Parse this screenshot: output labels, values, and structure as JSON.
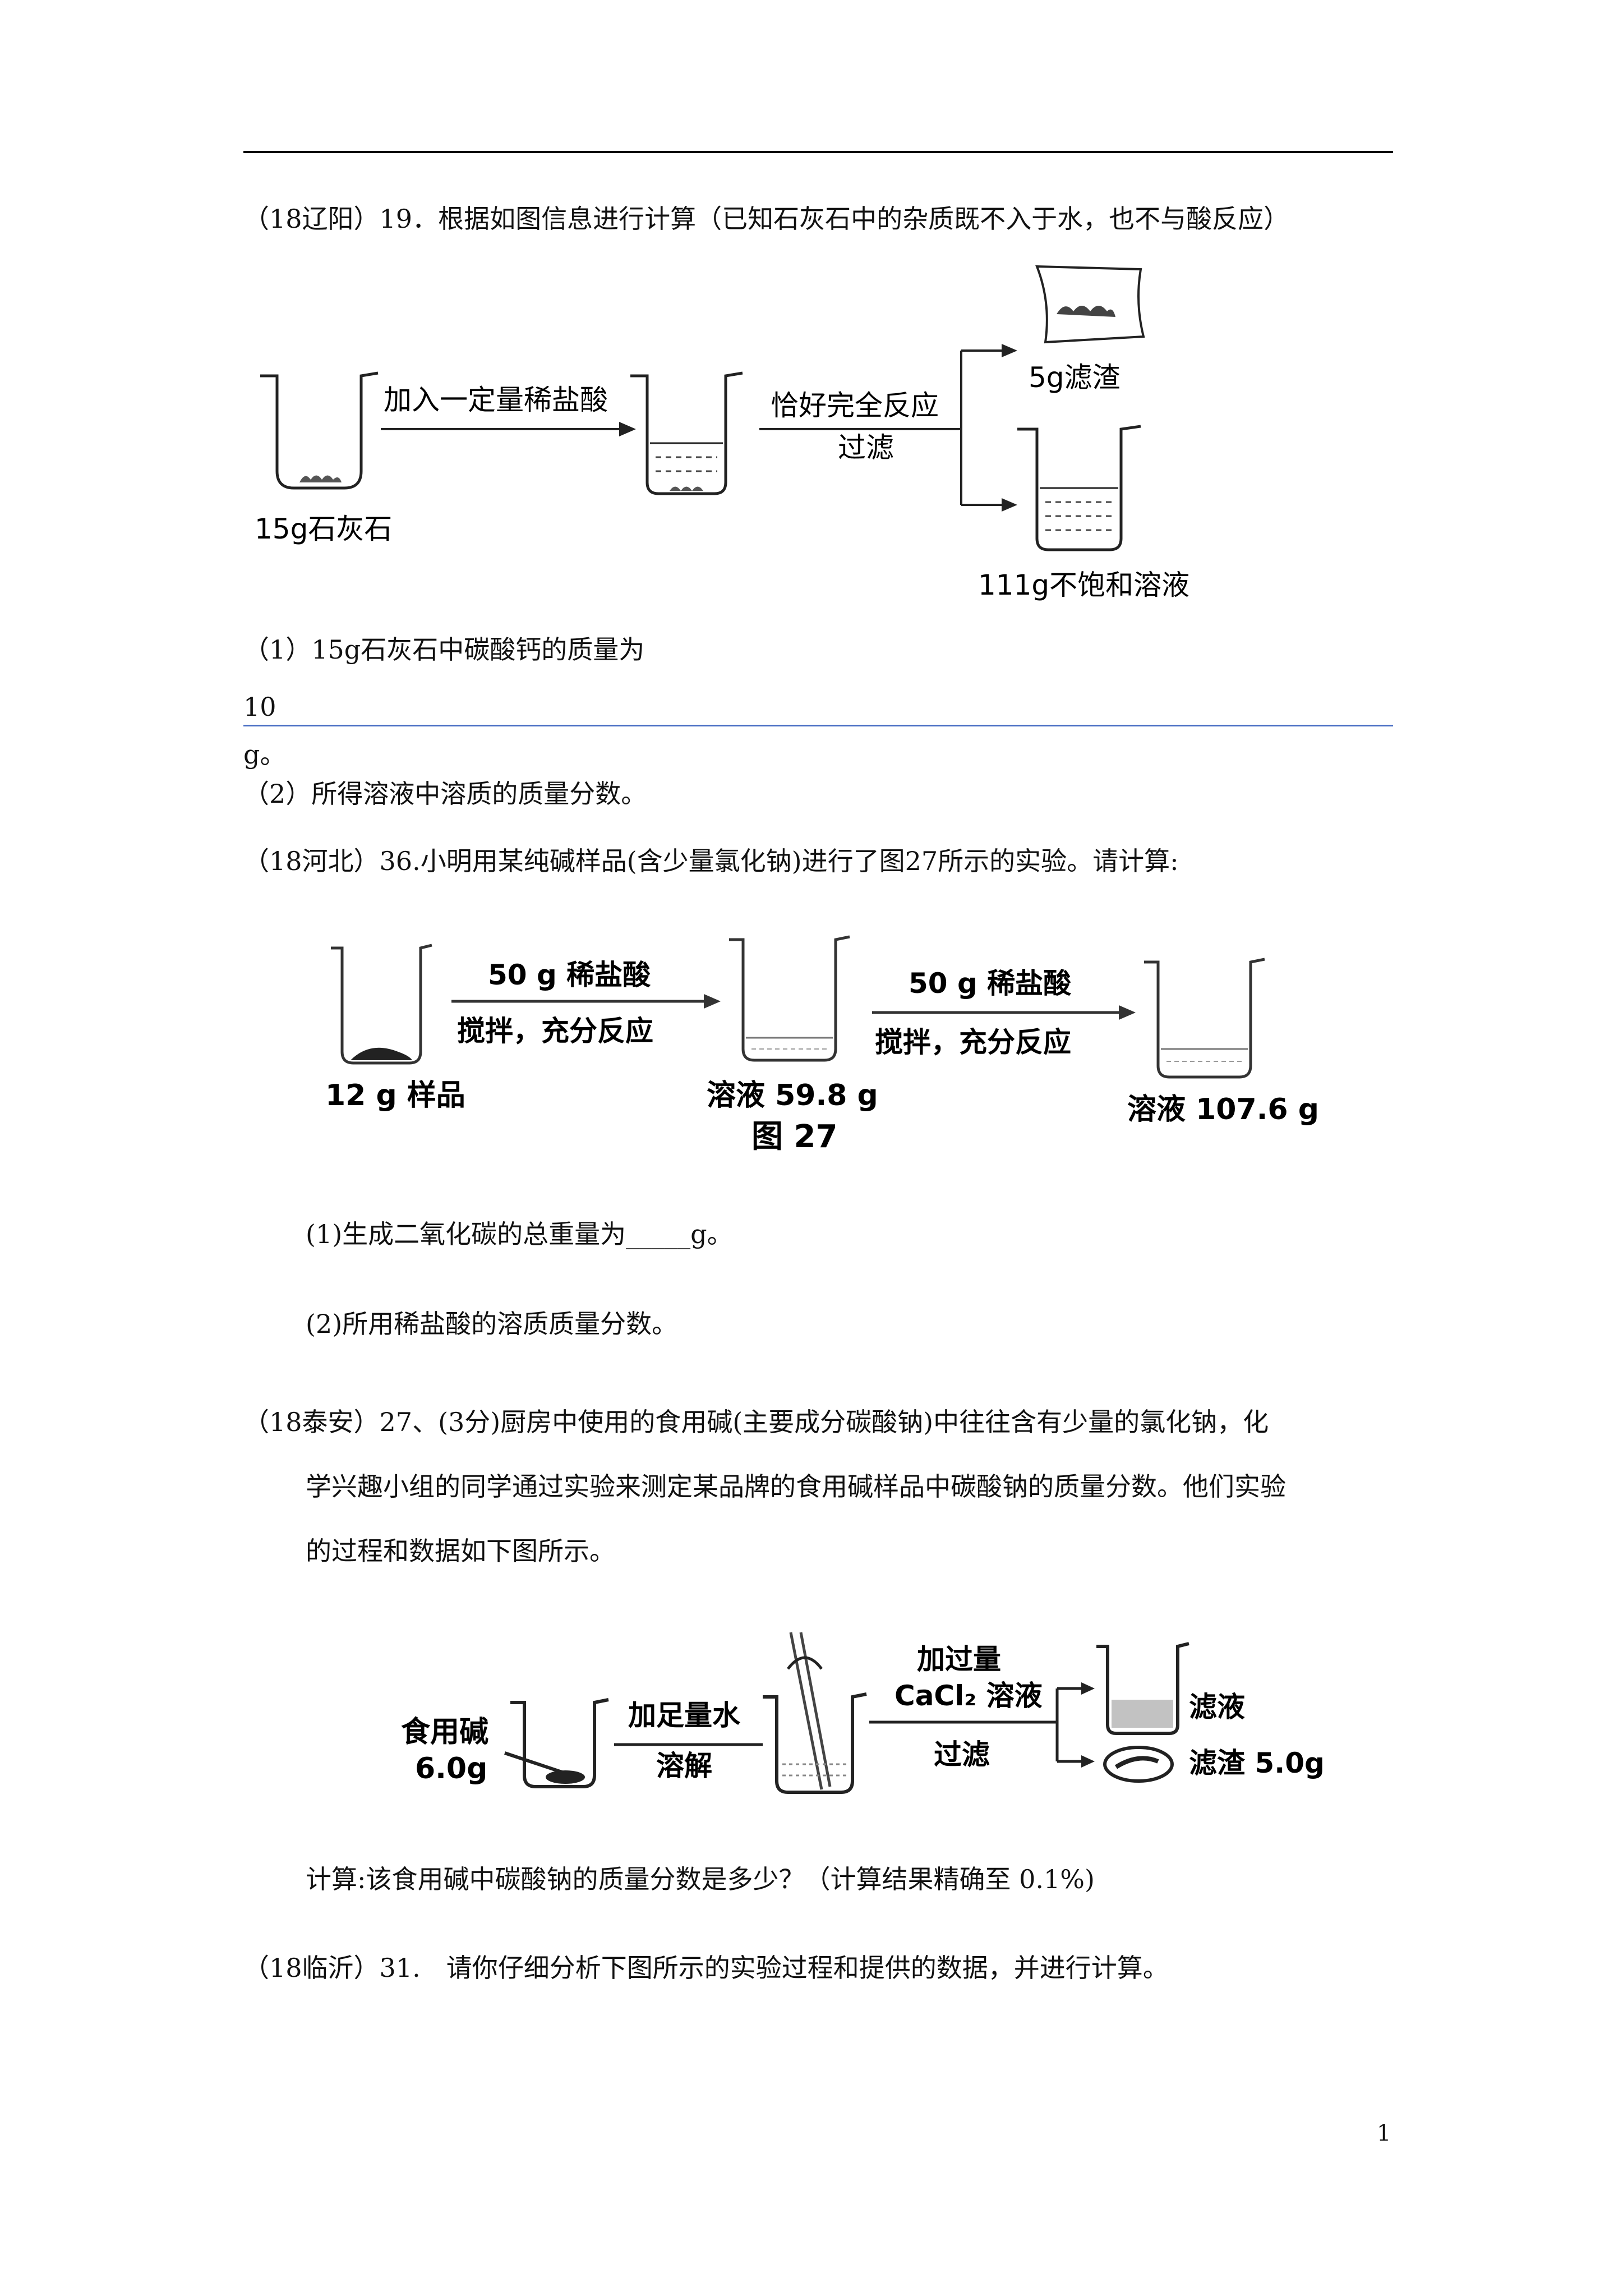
{
  "q19": {
    "heading": "（18辽阳）19．根据如图信息进行计算（已知石灰石中的杂质既不入于水，也不与酸反应）",
    "fig": {
      "sample": "15g石灰石",
      "arrow1": "加入一定量稀盐酸",
      "arrow2_top": "恰好完全反应",
      "arrow2_bottom": "过滤",
      "residue": "5g滤渣",
      "solution": "111g不饱和溶液"
    },
    "part1": "（1）15g石灰石中碳酸钙的质量为",
    "answer1": "10",
    "unit1": "g。",
    "part2": "（2）所得溶液中溶质的质量分数。"
  },
  "q36": {
    "heading": "（18河北）36.小明用某纯碱样品(含少量氯化钠)进行了图27所示的实验。请计算:",
    "fig": {
      "sample": "12 g 样品",
      "arrow_top": "50 g 稀盐酸",
      "arrow_bottom": "搅拌，充分反应",
      "solution1": "溶液 59.8 g",
      "caption": "图 27",
      "solution2": "溶液 107.6 g"
    },
    "part1": "(1)生成二氧化碳的总重量为_____g。",
    "part2": "(2)所用稀盐酸的溶质质量分数。"
  },
  "q27": {
    "heading_line1": "（18泰安）27、(3分)厨房中使用的食用碱(主要成分碳酸钠)中往往含有少量的氯化钠，化",
    "heading_line2": "学兴趣小组的同学通过实验来测定某品牌的食用碱样品中碳酸钠的质量分数。他们实验",
    "heading_line3": "的过程和数据如下图所示。",
    "fig": {
      "sample_name": "食用碱",
      "sample_mass": "6.0g",
      "arrow1_top": "加足量水",
      "arrow1_bottom": "溶解",
      "arrow2_top1": "加过量",
      "arrow2_top2": "CaCl₂ 溶液",
      "arrow2_bottom": "过滤",
      "filtrate": "滤液",
      "residue": "滤渣 5.0g"
    },
    "question": "计算:该食用碱中碳酸钠的质量分数是多少？（计算结果精确至 0.1%)"
  },
  "q31": {
    "heading": "（18临沂）31.　请你仔细分析下图所示的实验过程和提供的数据，并进行计算。"
  },
  "page_number": "1"
}
